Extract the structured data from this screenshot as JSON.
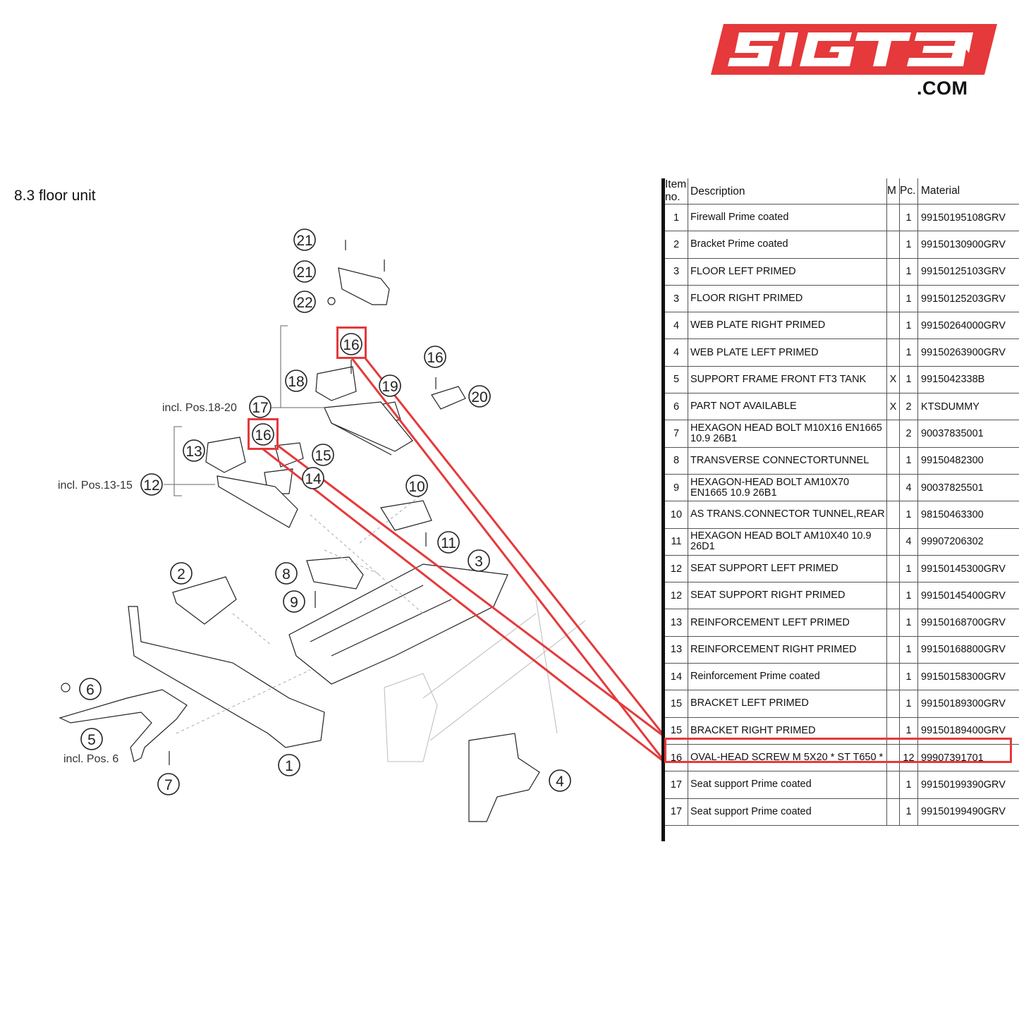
{
  "logo": {
    "text": "SIGT3",
    "suffix": ".COM",
    "color": "#e5393b"
  },
  "section_title": "8.3  floor unit",
  "diagram": {
    "callouts": [
      "21",
      "21",
      "22",
      "16",
      "16",
      "18",
      "19",
      "20",
      "17",
      "16",
      "13",
      "15",
      "14",
      "12",
      "10",
      "11",
      "3",
      "2",
      "8",
      "9",
      "6",
      "5",
      "1",
      "7",
      "4"
    ],
    "notes": {
      "pos18_20": "incl. Pos.18-20",
      "pos13_15": "incl. Pos.13-15",
      "pos6": "incl. Pos. 6"
    },
    "highlight_color": "#e5393b"
  },
  "table": {
    "headers": {
      "item_no": "Item no.",
      "description": "Description",
      "m": "M",
      "pc": "Pc.",
      "material": "Material"
    },
    "rows": [
      {
        "no": "1",
        "desc": "Firewall Prime coated",
        "m": "",
        "pc": "1",
        "mat": "99150195108GRV"
      },
      {
        "no": "2",
        "desc": "Bracket Prime coated",
        "m": "",
        "pc": "1",
        "mat": "99150130900GRV"
      },
      {
        "no": "3",
        "desc": "FLOOR LEFT PRIMED",
        "m": "",
        "pc": "1",
        "mat": "99150125103GRV"
      },
      {
        "no": "3",
        "desc": "FLOOR RIGHT PRIMED",
        "m": "",
        "pc": "1",
        "mat": "99150125203GRV"
      },
      {
        "no": "4",
        "desc": "WEB PLATE RIGHT PRIMED",
        "m": "",
        "pc": "1",
        "mat": "99150264000GRV"
      },
      {
        "no": "4",
        "desc": "WEB PLATE LEFT PRIMED",
        "m": "",
        "pc": "1",
        "mat": "99150263900GRV"
      },
      {
        "no": "5",
        "desc": "SUPPORT FRAME FRONT FT3 TANK",
        "m": "X",
        "pc": "1",
        "mat": "9915042338B"
      },
      {
        "no": "6",
        "desc": "PART NOT AVAILABLE",
        "m": "X",
        "pc": "2",
        "mat": "KTSDUMMY"
      },
      {
        "no": "7",
        "desc": "HEXAGON HEAD BOLT M10X16 EN1665 10.9 26B1",
        "m": "",
        "pc": "2",
        "mat": "90037835001"
      },
      {
        "no": "8",
        "desc": "TRANSVERSE CONNECTORTUNNEL",
        "m": "",
        "pc": "1",
        "mat": "99150482300"
      },
      {
        "no": "9",
        "desc": "HEXAGON-HEAD BOLT AM10X70 EN1665 10.9 26B1",
        "m": "",
        "pc": "4",
        "mat": "90037825501"
      },
      {
        "no": "10",
        "desc": "AS TRANS.CONNECTOR TUNNEL,REAR",
        "m": "",
        "pc": "1",
        "mat": "98150463300"
      },
      {
        "no": "11",
        "desc": "HEXAGON HEAD BOLT AM10X40 10.9 26D1",
        "m": "",
        "pc": "4",
        "mat": "99907206302"
      },
      {
        "no": "12",
        "desc": "SEAT SUPPORT LEFT PRIMED",
        "m": "",
        "pc": "1",
        "mat": "99150145300GRV"
      },
      {
        "no": "12",
        "desc": "SEAT SUPPORT RIGHT PRIMED",
        "m": "",
        "pc": "1",
        "mat": "99150145400GRV"
      },
      {
        "no": "13",
        "desc": "REINFORCEMENT LEFT PRIMED",
        "m": "",
        "pc": "1",
        "mat": "99150168700GRV"
      },
      {
        "no": "13",
        "desc": "REINFORCEMENT RIGHT PRIMED",
        "m": "",
        "pc": "1",
        "mat": "99150168800GRV"
      },
      {
        "no": "14",
        "desc": "Reinforcement Prime coated",
        "m": "",
        "pc": "1",
        "mat": "99150158300GRV"
      },
      {
        "no": "15",
        "desc": "BRACKET LEFT PRIMED",
        "m": "",
        "pc": "1",
        "mat": "99150189300GRV"
      },
      {
        "no": "15",
        "desc": "BRACKET RIGHT PRIMED",
        "m": "",
        "pc": "1",
        "mat": "99150189400GRV"
      },
      {
        "no": "16",
        "desc": "OVAL-HEAD SCREW M 5X20 * ST T650 *",
        "m": "",
        "pc": "12",
        "mat": "99907391701"
      },
      {
        "no": "17",
        "desc": "Seat support Prime coated",
        "m": "",
        "pc": "1",
        "mat": "99150199390GRV"
      },
      {
        "no": "17",
        "desc": "Seat support Prime coated",
        "m": "",
        "pc": "1",
        "mat": "99150199490GRV"
      }
    ]
  }
}
